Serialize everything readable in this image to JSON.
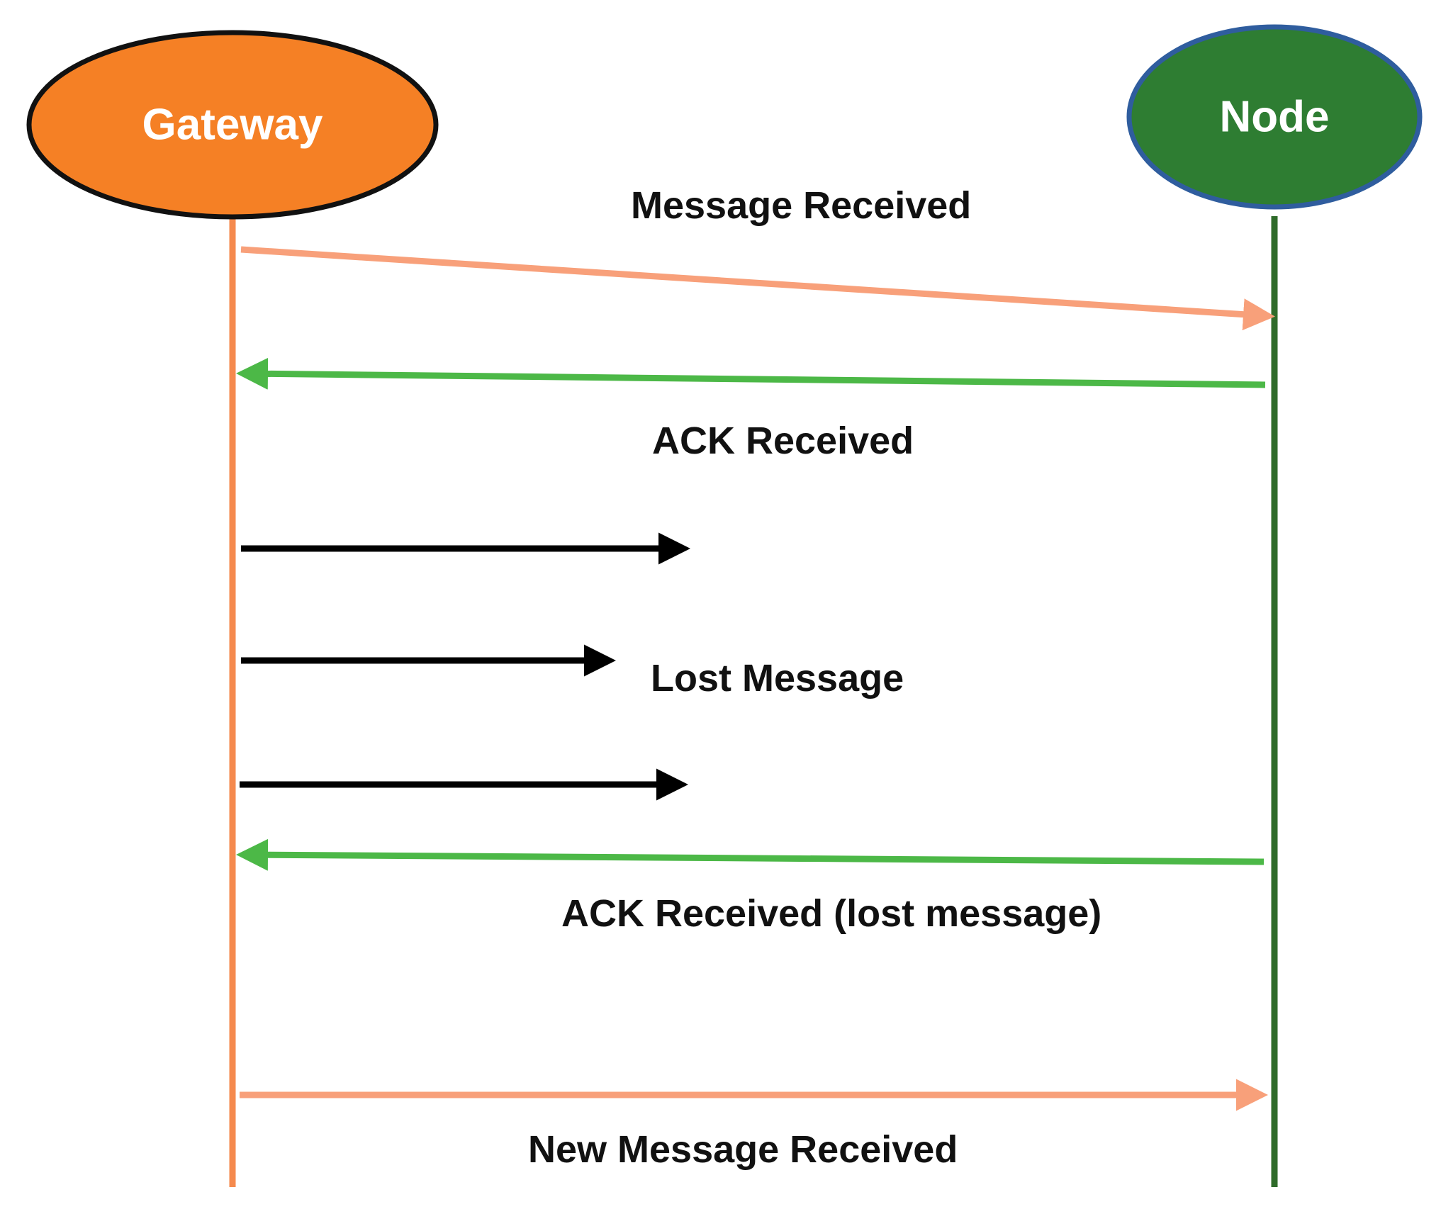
{
  "actors": {
    "gateway": {
      "label": "Gateway",
      "fill": "#F58025",
      "stroke": "#111111",
      "lifeline": "#F58A4E"
    },
    "node": {
      "label": "Node",
      "fill": "#2E7D32",
      "stroke": "#2F5D9E",
      "lifeline": "#2F6B2A"
    }
  },
  "messages": [
    {
      "label": "Message Received",
      "from": "gateway",
      "to": "node",
      "color": "#F8A07A",
      "kind": "delivered"
    },
    {
      "label": "ACK Received",
      "from": "node",
      "to": "gateway",
      "color": "#4CB847",
      "kind": "ack"
    },
    {
      "label": "",
      "from": "gateway",
      "to": "",
      "color": "#000000",
      "kind": "lost"
    },
    {
      "label": "Lost Message",
      "from": "gateway",
      "to": "",
      "color": "#000000",
      "kind": "lost"
    },
    {
      "label": "",
      "from": "gateway",
      "to": "",
      "color": "#000000",
      "kind": "lost"
    },
    {
      "label": "ACK Received (lost message)",
      "from": "node",
      "to": "gateway",
      "color": "#4CB847",
      "kind": "ack"
    },
    {
      "label": "New Message Received",
      "from": "gateway",
      "to": "node",
      "color": "#F8A07A",
      "kind": "delivered"
    }
  ]
}
